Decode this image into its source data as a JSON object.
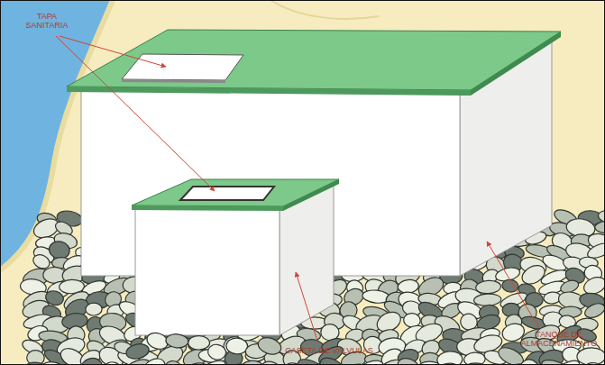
{
  "diagram": {
    "labels": [
      "TAPA SANITARIA",
      "CASETA DE VALVULAS",
      "TANQUE DE ALMACENAMIENTO"
    ]
  }
}
